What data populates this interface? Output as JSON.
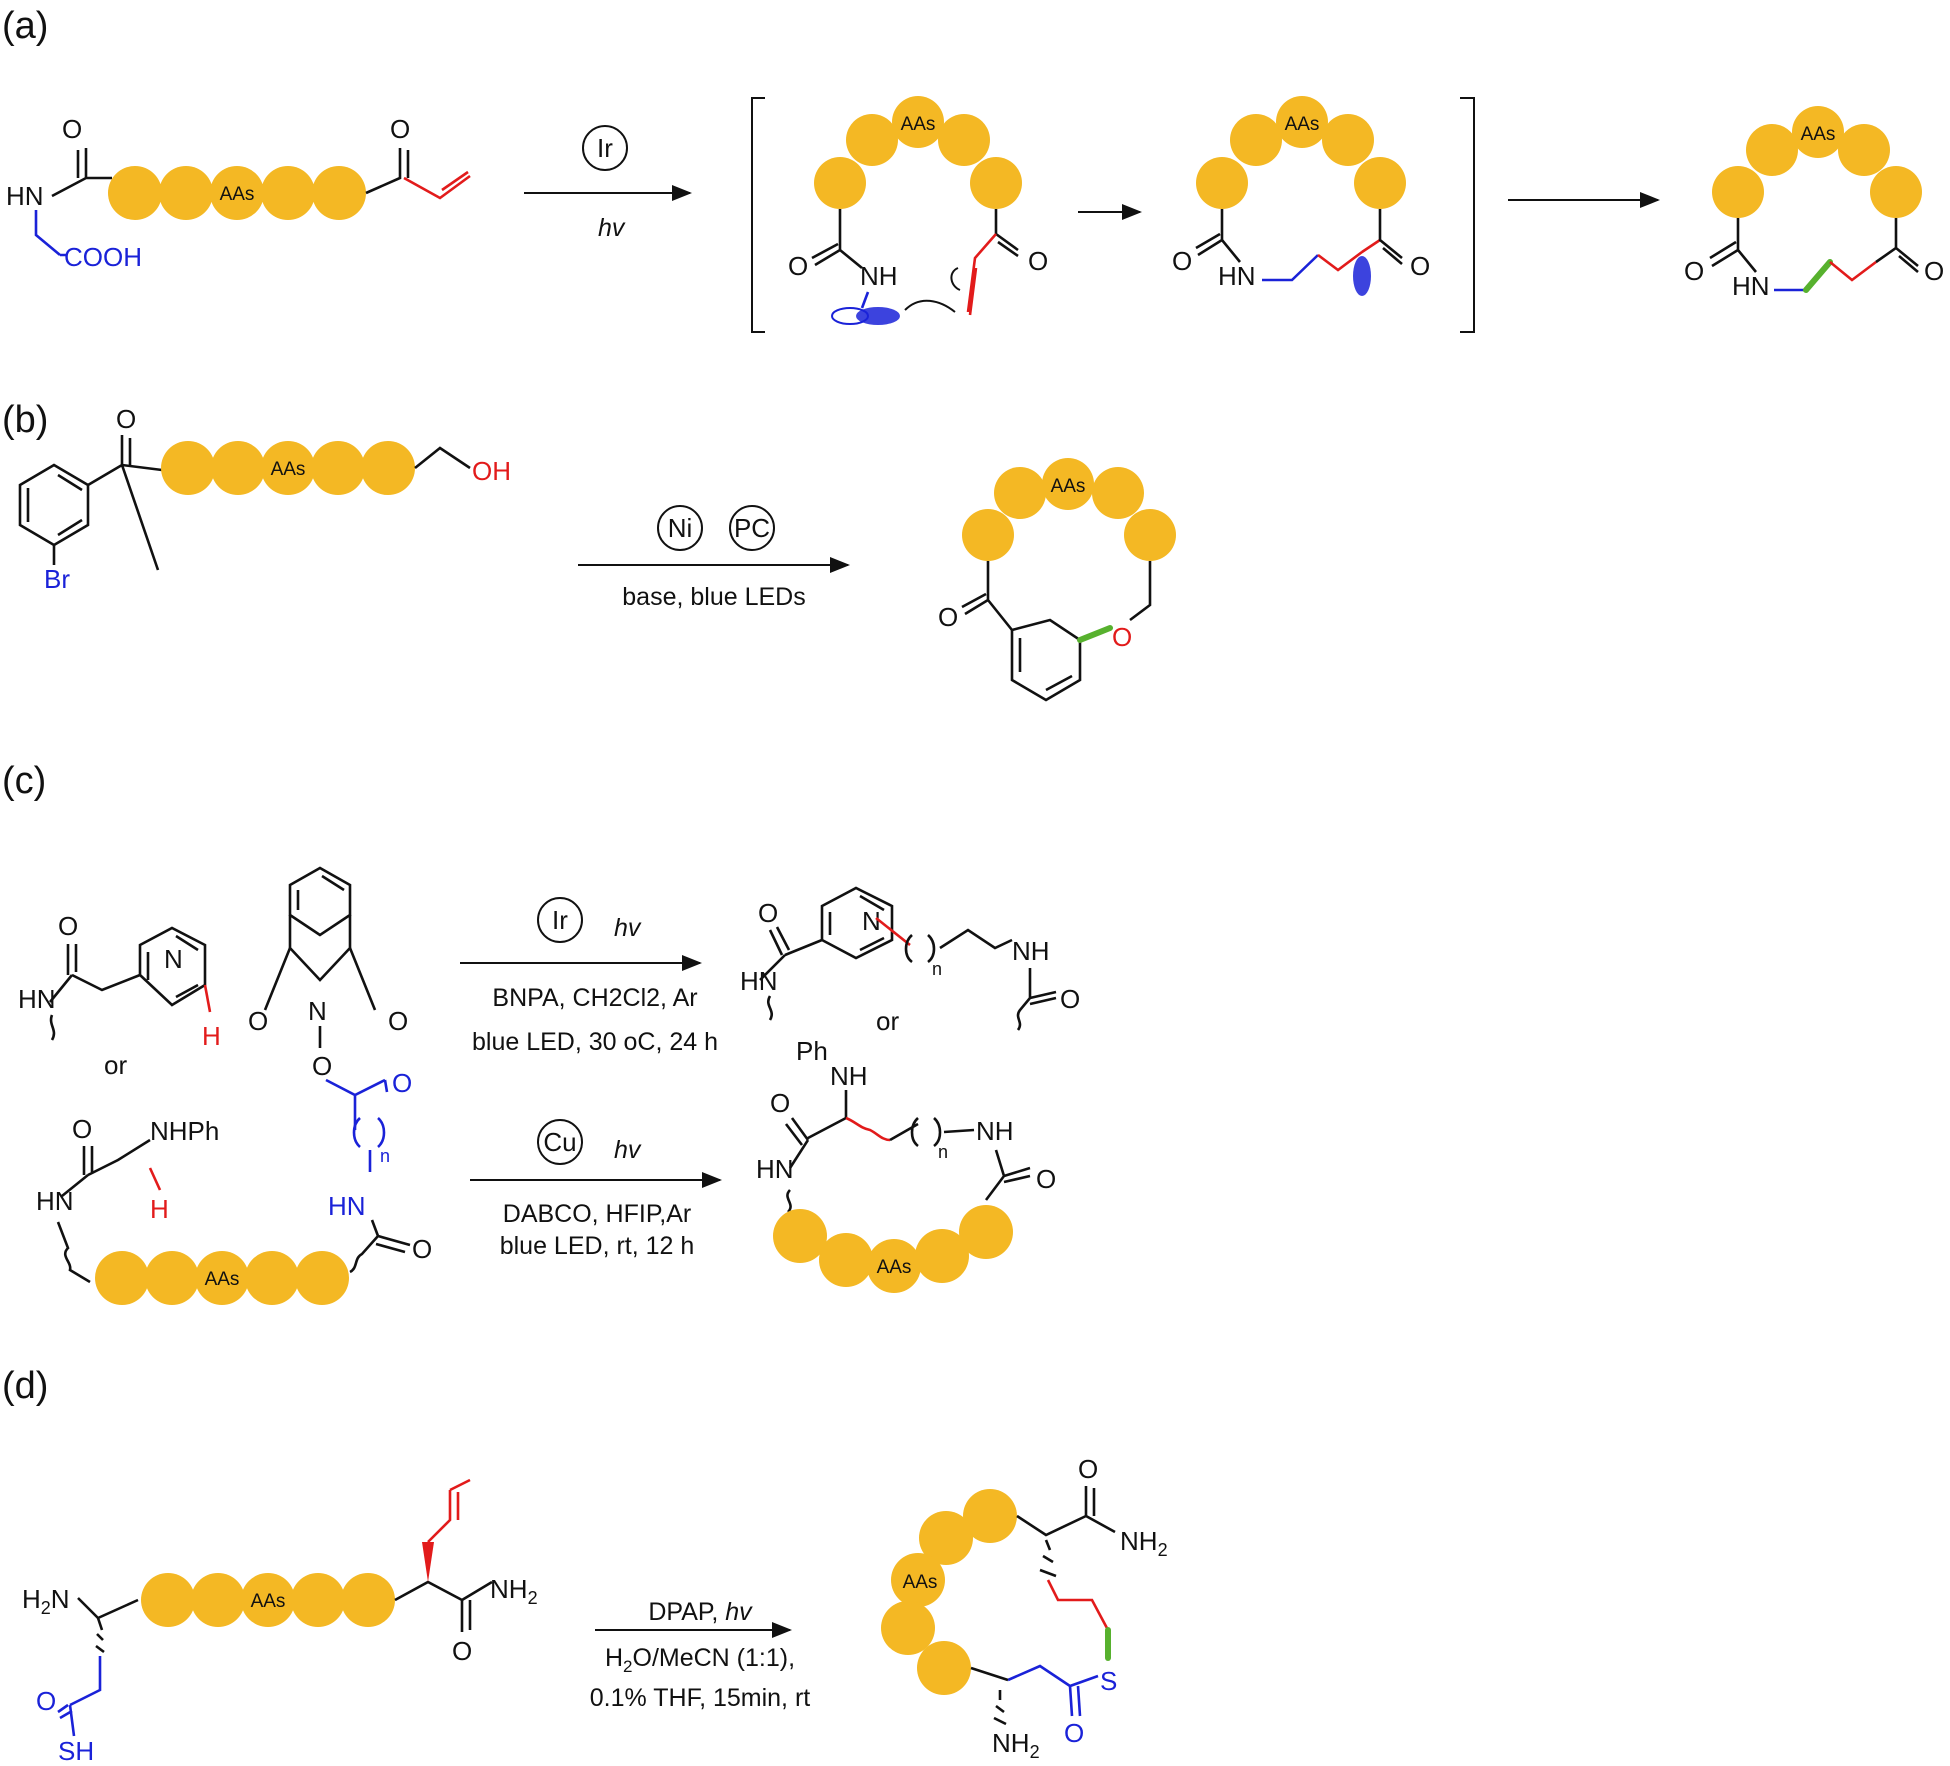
{
  "panels": [
    {
      "label": "(a)",
      "catalyst": "Ir",
      "conditions": [
        "hv"
      ]
    },
    {
      "label": "(b)",
      "catalysts": [
        "Ni",
        "PC"
      ],
      "conditions": [
        "base, blue LEDs"
      ]
    },
    {
      "label": "(c)",
      "routes": [
        {
          "catalyst": "Ir",
          "light": "hv",
          "conditions": [
            "BNPA, CH2Cl2, Ar",
            "blue LED, 30 oC, 24 h"
          ]
        },
        {
          "catalyst": "Cu",
          "light": "hv",
          "conditions": [
            "DABCO, HFIP,Ar",
            "blue LED, rt, 12 h"
          ]
        }
      ]
    },
    {
      "label": "(d)",
      "conditions": [
        "DPAP, hv",
        "H2O/MeCN (1:1),",
        "0.1% THF, 15min, rt"
      ]
    }
  ],
  "labels": {
    "aas": "AAs",
    "cooh": "COOH",
    "hn": "HN",
    "nh": "NH",
    "o": "O",
    "oh": "OH",
    "br": "Br",
    "n": "N",
    "h": "H",
    "sub_n": "n",
    "or": "or",
    "nhph": "NHPh",
    "ph": "Ph",
    "h2n": "H2N",
    "nh2": "NH2",
    "s": "S",
    "sh": "SH"
  },
  "colors": {
    "bead": "#f4b824",
    "red": "#e21b1b",
    "blue": "#1a22d8",
    "green": "#57b12e"
  }
}
